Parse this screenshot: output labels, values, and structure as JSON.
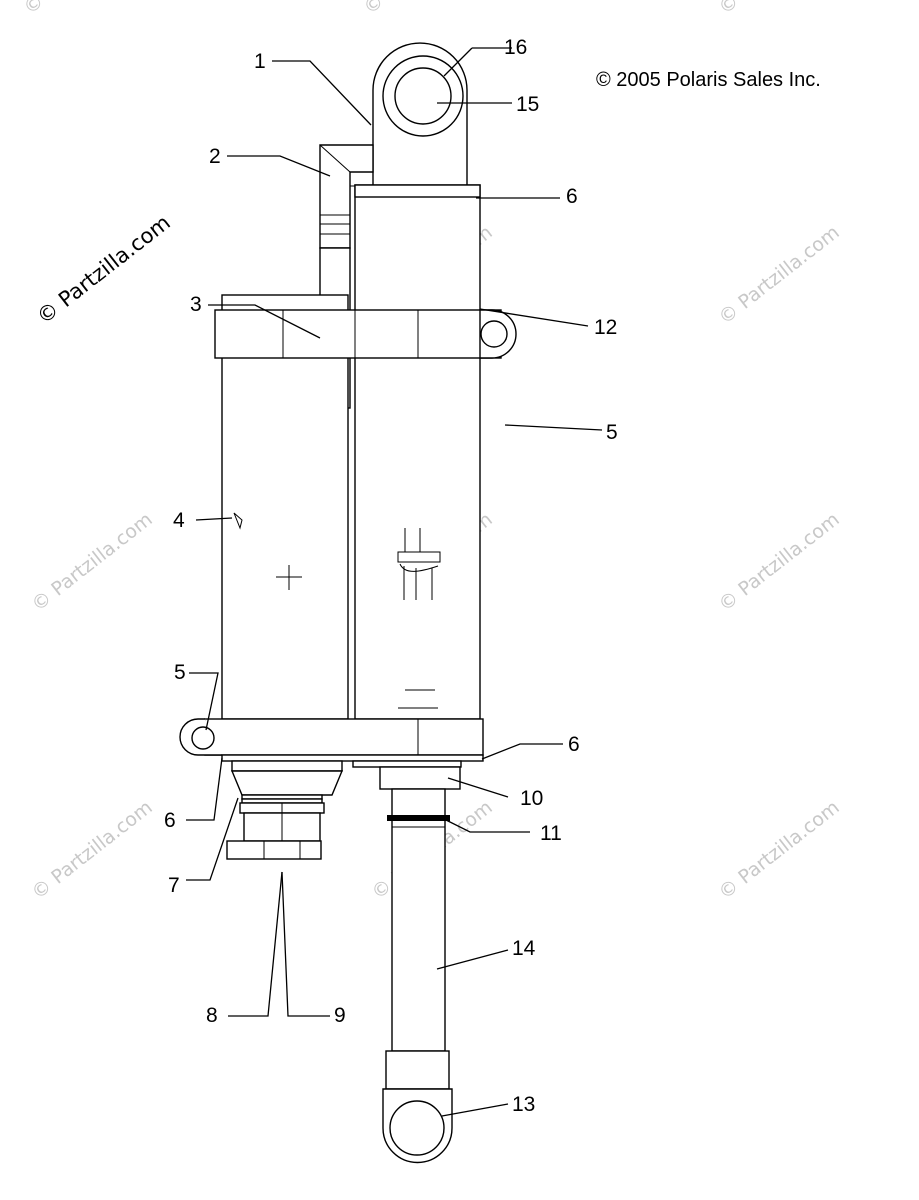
{
  "copyright": "© 2005 Polaris Sales Inc.",
  "watermark": "© Partzilla.com",
  "callouts": {
    "c1": "1",
    "c2": "2",
    "c3": "3",
    "c4": "4",
    "c5a": "5",
    "c5b": "5",
    "c6a": "6",
    "c6b": "6",
    "c6c": "6",
    "c7": "7",
    "c8": "8",
    "c9": "9",
    "c10": "10",
    "c11": "11",
    "c12": "12",
    "c13": "13",
    "c14": "14",
    "c15": "15",
    "c16": "16"
  },
  "colors": {
    "line": "#000000",
    "watermark": "#c8c8c8",
    "background": "#ffffff"
  }
}
